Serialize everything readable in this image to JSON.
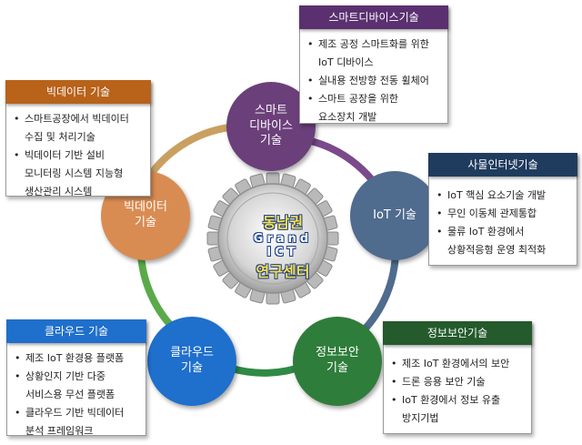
{
  "center": {
    "line1": "동남권",
    "line2": "Grand",
    "line3": "ICT",
    "line4": "연구센터"
  },
  "nodes": {
    "smart": "스마트\n디바이스\n기술",
    "iot": "IoT 기술",
    "security": "정보보안\n기술",
    "cloud": "클라우드\n기술",
    "bigdata": "빅데이터\n기술"
  },
  "boxes": {
    "smart": {
      "title": "스마트디바이스기술",
      "items": [
        "제조 공정 스마트화를 위한\nIoT 디바이스",
        "실내용 전방향 전동 휠체어",
        "스마트 공장을 위한\n요소장치 개발"
      ]
    },
    "iot": {
      "title": "사물인터넷기술",
      "items": [
        "IoT 핵심 요소기술 개발",
        "무인 이동체 관제통합",
        "물류 IoT 환경에서\n상황적응형 운영 최적화"
      ]
    },
    "security": {
      "title": "정보보안기술",
      "items": [
        "제조 IoT 환경에서의 보안",
        "드론 응용 보안 기술",
        "IoT 환경에서 정보 유출\n방지기법"
      ]
    },
    "cloud": {
      "title": "클라우드 기술",
      "items": [
        "제조 IoT 환경용 플랫폼",
        "상황인지 기반 다중\n서비스용 무선 플랫폼",
        "클라우드 기반 빅데이터\n분석 프레임워크"
      ]
    },
    "bigdata": {
      "title": "빅데이터 기술",
      "items": [
        "스마트공장에서 빅데이터\n수집 및 처리기술",
        "빅데이터 기반 설비\n모니터링 시스템 지능형\n생산관리 시스템"
      ]
    }
  },
  "colors": {
    "smart": "#6b3f7a",
    "iot": "#4f6b8e",
    "security": "#2f7d3a",
    "cloud": "#1f6fcc",
    "bigdata": "#d98c52",
    "header_smart": "#5a3070",
    "header_iot": "#1f3c5e",
    "header_security": "#245a2c",
    "header_cloud": "#1f6fcc",
    "header_bigdata": "#b8621a"
  }
}
